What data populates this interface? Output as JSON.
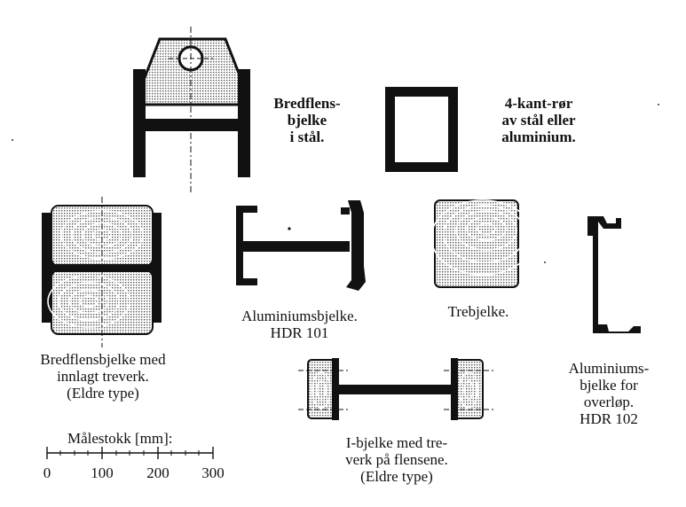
{
  "labels": {
    "bredflens_steel": [
      "Bredflens-",
      "bjelke",
      "i stål."
    ],
    "square_tube": [
      "4-kant-rør",
      "av stål eller",
      "aluminium."
    ],
    "bredflens_wood": [
      "Bredflensbjelke med",
      "innlagt treverk.",
      "(Eldre type)"
    ],
    "alu_hdr101": [
      "Aluminiumsbjelke.",
      "HDR 101"
    ],
    "trebjelke": [
      "Trebjelke."
    ],
    "alu_hdr102": [
      "Aluminiums-",
      "bjelke for",
      "overløp.",
      "HDR 102"
    ],
    "ibeam_wood": [
      "I-bjelke med tre-",
      "verk på flensene.",
      "(Eldre type)"
    ]
  },
  "scale": {
    "title": "Målestokk [mm]:",
    "ticks": [
      "0",
      "100",
      "200",
      "300"
    ]
  },
  "colors": {
    "ink": "#111111",
    "hatch_fill": "#c8c8c8",
    "wood_fill": "#ffffff"
  }
}
